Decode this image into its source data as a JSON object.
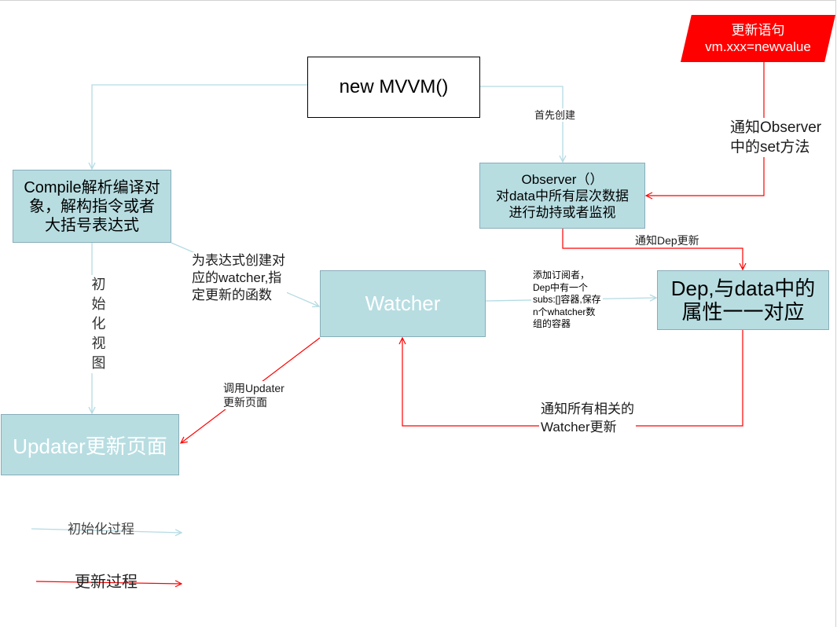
{
  "nodes": {
    "new_mvvm": "new MVVM()",
    "update_statement": [
      "更新语句",
      "vm.xxx=newvalue"
    ],
    "observer": [
      "Observer（）",
      "对data中所有层次数据",
      "进行劫持或者监视"
    ],
    "compile": [
      "Compile解析编译对",
      "象，解构指令或者",
      "大括号表达式"
    ],
    "watcher": "Watcher",
    "dep": [
      "Dep,与data中的",
      "属性一一对应"
    ],
    "updater": "Updater更新页面"
  },
  "edge_labels": {
    "first_create": "首先创建",
    "notify_observer_set": [
      "通知Observer",
      "中的set方法"
    ],
    "notify_dep_update": "通知Dep更新",
    "add_subscriber": [
      "添加订阅者，",
      "Dep中有一个",
      "subs:[]容器,保存",
      "n个whatcher数",
      "组的容器"
    ],
    "create_watcher": [
      "为表达式创建对",
      "应的watcher,指",
      "定更新的函数"
    ],
    "init_view": "初始化视图",
    "call_updater": [
      "调用Updater",
      "更新页面"
    ],
    "notify_watchers": [
      "通知所有相关的",
      "Watcher更新"
    ]
  },
  "legend": {
    "init_process": "初始化过程",
    "update_process": "更新过程"
  },
  "colors": {
    "node_fill": "#b7dde1",
    "node_border": "#88adb9",
    "init_arrow": "#b4dbe3",
    "update_arrow": "#ff0000",
    "update_statement_fill": "#ff0000"
  }
}
